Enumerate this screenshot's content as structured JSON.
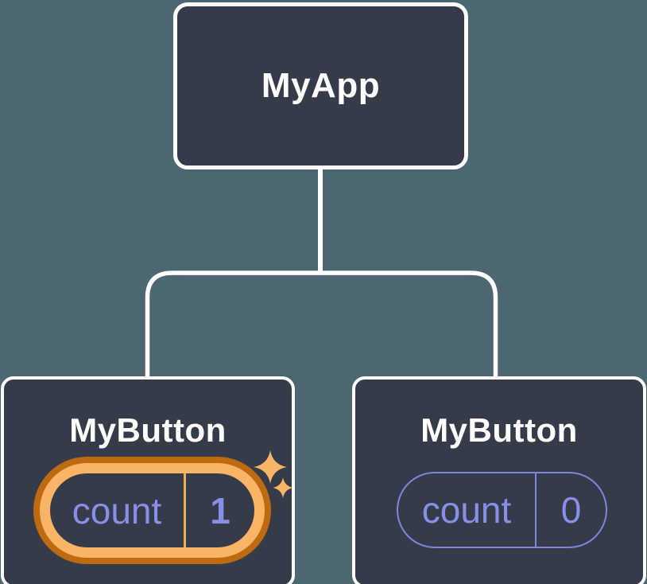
{
  "palette": {
    "background": "#4c6770",
    "node_fill": "#353b48",
    "node_border": "#ffffff",
    "label_text": "#ffffff",
    "state_purple": "#8790e6",
    "pill_outline_purple": "#7d85e0",
    "highlight_orange_dark": "#bd6a10",
    "highlight_orange_light": "#f9b465"
  },
  "tree": {
    "root": {
      "label": "MyApp"
    },
    "children": [
      {
        "label": "MyButton",
        "state": {
          "name": "count",
          "value": "1"
        },
        "highlighted": true
      },
      {
        "label": "MyButton",
        "state": {
          "name": "count",
          "value": "0"
        },
        "highlighted": false
      }
    ]
  },
  "icons": {
    "sparkles": "state-updated-sparkles"
  }
}
